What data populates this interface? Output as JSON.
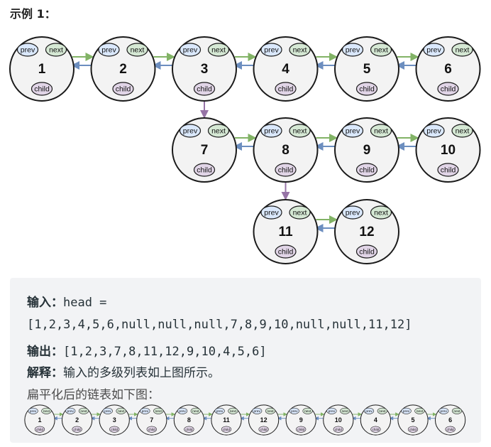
{
  "heading": "示例 1：",
  "node_labels": {
    "prev": "prev",
    "next": "next",
    "child": "child"
  },
  "colors": {
    "node_fill": "#f3f3f3",
    "node_border": "#1a1a1a",
    "prev_fill": "#dae8fc",
    "next_fill": "#d5e8d4",
    "child_fill": "#e1d5e7",
    "prev_arrow": "#6c8ebf",
    "next_arrow": "#82b366",
    "child_arrow": "#9673a6",
    "box_bg": "#f2f3f5"
  },
  "list": {
    "levels": [
      {
        "values": [
          "1",
          "2",
          "3",
          "4",
          "5",
          "6"
        ]
      },
      {
        "values": [
          "7",
          "8",
          "9",
          "10"
        ],
        "attached_under": "3"
      },
      {
        "values": [
          "11",
          "12"
        ],
        "attached_under": "8"
      }
    ]
  },
  "example": {
    "input_label": "输入：",
    "input_code": "head =",
    "input_array": "[1,2,3,4,5,6,null,null,null,7,8,9,10,null,null,11,12]",
    "output_label": "输出：",
    "output_array": "[1,2,3,7,8,11,12,9,10,4,5,6]",
    "explain_label": "解释：",
    "explain_text": "输入的多级列表如上图所示。",
    "flatten_text": "扁平化后的链表如下图：",
    "flattened_values": [
      "1",
      "2",
      "3",
      "7",
      "8",
      "11",
      "12",
      "9",
      "10",
      "4",
      "5",
      "6"
    ]
  }
}
